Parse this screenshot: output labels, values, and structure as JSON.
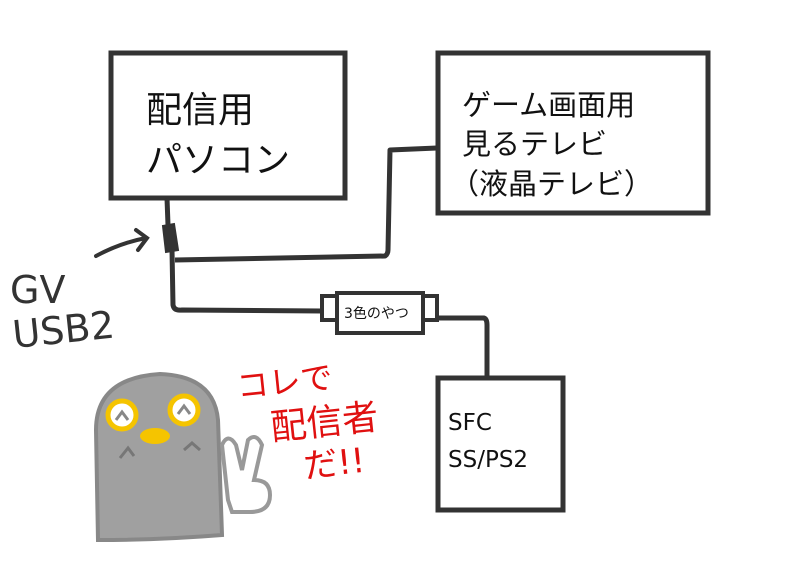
{
  "boxes": {
    "pc": {
      "line1": "配信用",
      "line2": "パソコン"
    },
    "tv": {
      "line1": "ゲーム画面用",
      "line2": "見るテレビ",
      "line3": "（液晶テレビ）"
    },
    "console": {
      "line1": "SFC",
      "line2": "SS/PS2"
    },
    "adapter": {
      "label": "3色のやつ"
    }
  },
  "callout": {
    "line1": "GV",
    "line2": "USB2"
  },
  "speech": {
    "line1": "コレで",
    "line2": "配信者",
    "line3": "だ!!"
  },
  "colors": {
    "line": "#333333",
    "speech": "#e01010",
    "mascot_body": "#a0a0a0",
    "mascot_eye": "#f5c400"
  }
}
